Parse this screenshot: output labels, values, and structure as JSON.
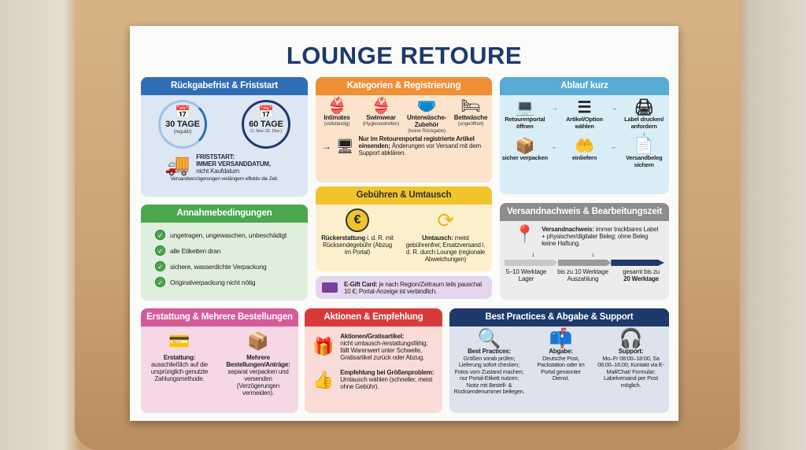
{
  "title": "LOUNGE RETOURE",
  "colors": {
    "blue": "#2f6eb5",
    "orange": "#ef8f36",
    "lightblue": "#58acd4",
    "green": "#4aa84e",
    "yellow": "#f1c42c",
    "purple": "#e4d6ef",
    "grey": "#8c8c8c",
    "pink": "#d65a98",
    "red": "#d83a3c",
    "navy": "#1e3a6b"
  },
  "frist": {
    "header": "Rückgabefrist & Friststart",
    "d30": "30 TAGE",
    "d30sub": "(regulär)",
    "d60": "60 TAGE",
    "d60sub": "(1. Nov–31. Dez.)",
    "start1": "FRISTSTART:",
    "start2": "IMMER VERSANDDATUM,",
    "start3": "nicht Kaufdatum",
    "note": "Versandverzögerungen verlängern effektiv die Zeit."
  },
  "kat": {
    "header": "Kategorien & Registrierung",
    "items": [
      {
        "label": "Intimates",
        "sub": "(vollständig)"
      },
      {
        "label": "Swimwear",
        "sub": "(Hygienestreifen)"
      },
      {
        "label": "Unterwäsche-Zubehör",
        "sub": "(keine Rückgabe)"
      },
      {
        "label": "Bettwäsche",
        "sub": "(ungeöffnet)"
      }
    ],
    "note_bold": "Nur im Retourenportal registrierte Artikel einsenden;",
    "note": " Änderungen vor Versand mit dem Support abklären."
  },
  "ablauf": {
    "header": "Ablauf kurz",
    "steps": [
      "Retourenportal öffnen",
      "Artikel/Option wählen",
      "Label drucken/ anfordern",
      "Versandbeleg sichern",
      "einliefern",
      "sicher verpacken"
    ]
  },
  "annahme": {
    "header": "Annahmebedingungen",
    "items": [
      "ungetragen, ungewaschen, unbeschädigt",
      "alle Etiketten dran",
      "sichere, wasserdichte Verpackung",
      "Originalverpackung nicht nötig"
    ]
  },
  "gebuehren": {
    "header": "Gebühren & Umtausch",
    "refund_bold": "Rückerstattung",
    "refund": " i. d. R. mit Rücksendegebühr (Abzug im Portal)",
    "exchange_bold": "Umtausch:",
    "exchange": " meist gebührenfrei; Ersatzversand i. d. R. durch Lounge (regionale Abweichungen)",
    "gift_bold": "E-Gift Card:",
    "gift": " je nach Region/Zeitraum teils pauschal 10 €; Portal-Anzeige ist verbindlich."
  },
  "versand": {
    "header": "Versandnachweis & Bearbeitungszeit",
    "proof_bold": "Versandnachweis:",
    "proof": " immer trackbares Label + physischer/digitaler Beleg; ohne Beleg keine Haftung.",
    "t1": "5–10 Werktage Lager",
    "t2": "bis zu 10 Werktage Auszahlung",
    "t3a": "gesamt bis zu",
    "t3b": "20 Werktage"
  },
  "erstattung": {
    "header": "Erstattung & Mehrere Bestellungen",
    "a_bold": "Erstattung:",
    "a": "ausschließlich auf die ursprünglich genutzte Zahlungsmethode.",
    "b_bold": "Mehrere Bestellungen/Anträge:",
    "b": "separat verpacken und versenden (Verzögerungen vermeiden)."
  },
  "aktionen": {
    "header": "Aktionen & Empfehlung",
    "a_bold": "Aktionen/Gratisartikel:",
    "a": "nicht umtausch-/erstattungsfähig; fällt Warenwert unter Schwelle, Gratisartikel zurück oder Abzug.",
    "b_bold": "Empfehlung bei Größenproblem:",
    "b": "Umtausch wählen (schneller, meist ohne Gebühr)."
  },
  "best": {
    "header": "Best Practices & Abgabe & Support",
    "a_bold": "Best Practices:",
    "a": "Größen vorab prüfen; Lieferung sofort checken; Fotos vom Zustand machen; nur Portal-Etikett nutzen; Notiz mit Bestell- & Rücksendenummer beilegen.",
    "b_bold": "Abgabe:",
    "b": "Deutsche Post, Packstation oder im Portal genannter Dienst.",
    "c_bold": "Support:",
    "c": "Mo–Fr 08:00–18:00, Sa 08:00–16:00; Kontakt via E-Mail/Chat/ Formular; Labelversand per Post möglich."
  }
}
